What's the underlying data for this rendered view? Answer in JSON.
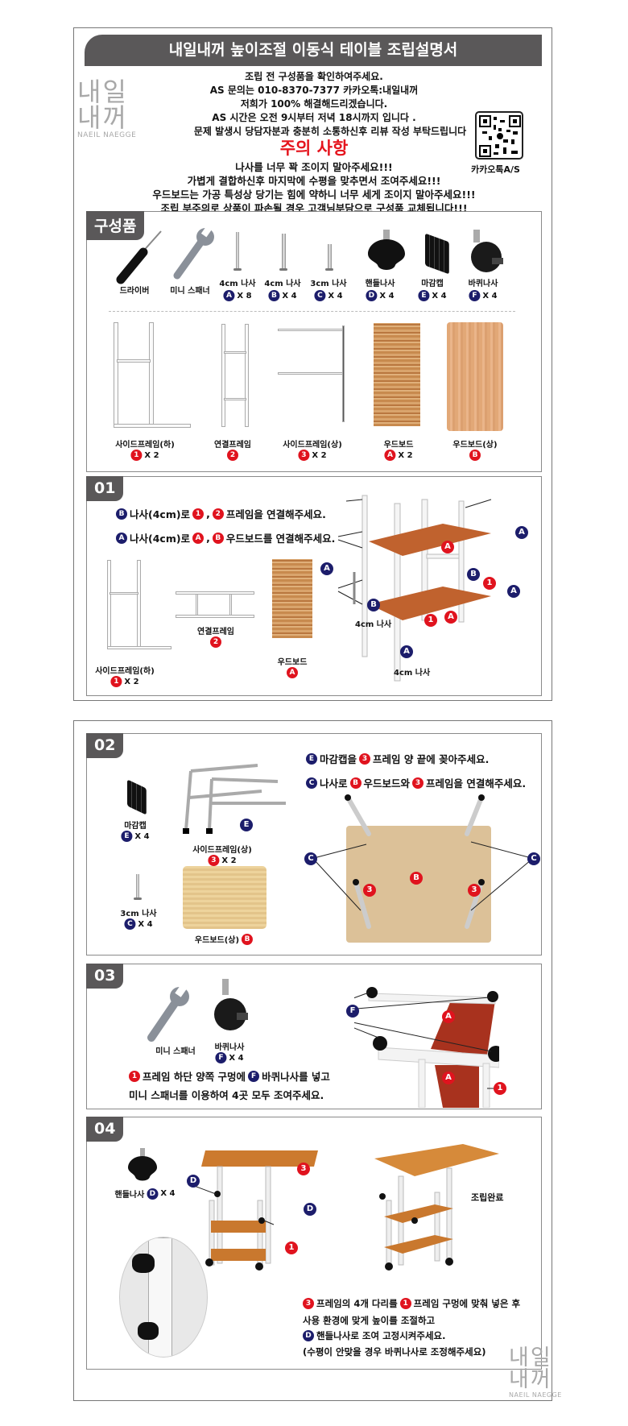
{
  "title": "내일내꺼 높이조절 이동식 테이블 조립설명서",
  "logo": {
    "line1": "내일",
    "line2": "내꺼",
    "en": "NAEIL NAEGGE"
  },
  "intro": [
    "조립 전 구성품을 확인하여주세요.",
    "AS 문의는 010-8370-7377 카카오톡:내일내꺼",
    "저희가 100% 해결해드리겠습니다.",
    "AS  시간은 오전 9시부터 저녁  18시까지 입니다 .",
    "문제 발생시  당담자분과 충분히 소통하신후 리뷰 작성 부탁드립니다"
  ],
  "caution_title": "주의 사항",
  "caution": [
    "나사를 너무 꽉 조이지 말아주세요!!!",
    "가볍게 결합하신후 마지막에 수평을 맞추면서 조여주세요!!!",
    "우드보드는 가공 특성상 당기는 힘에 약하니 너무 세게 조이지 말아주세요!!!",
    "조립 부주의로 상품이 파손될 경우 고객님부담으로 구성품 교체됩니다!!!"
  ],
  "qr_label": "카카오톡A/S",
  "colors": {
    "navy": "#1c1d6b",
    "red": "#e0131e",
    "tab": "#5a5859"
  },
  "components": {
    "tab": "구성품",
    "hardware": [
      {
        "label": "드라이버"
      },
      {
        "label": "미니 스패너"
      },
      {
        "label": "4cm 나사",
        "badge": "A",
        "qty": "X 8"
      },
      {
        "label": "4cm 나사",
        "badge": "B",
        "qty": "X 4"
      },
      {
        "label": "3cm 나사",
        "badge": "C",
        "qty": "X 4"
      },
      {
        "label": "핸들나사",
        "badge": "D",
        "qty": "X 4"
      },
      {
        "label": "마감캡",
        "badge": "E",
        "qty": "X 4"
      },
      {
        "label": "바퀴나사",
        "badge": "F",
        "qty": "X 4"
      }
    ],
    "frames": [
      {
        "label": "사이드프레임(하)",
        "badge": "1",
        "qty": "X 2"
      },
      {
        "label": "연결프레임",
        "badge": "2"
      },
      {
        "label": "사이드프레임(상)",
        "badge": "3",
        "qty": "X 2"
      },
      {
        "label": "우드보드",
        "badge": "A",
        "qty": "X 2"
      },
      {
        "label": "우드보드(상)",
        "badge": "B"
      }
    ]
  },
  "step01": {
    "tab": "01",
    "line1": {
      "b1": "B",
      "t1": "나사(4cm)로",
      "b2": "1",
      "t2": ",",
      "b3": "2",
      "t3": "프레임을 연결해주세요."
    },
    "line2": {
      "b1": "A",
      "t1": "나사(4cm)로",
      "b2": "A",
      "t2": ",",
      "b3": "B",
      "t3": "우드보드를 연결해주세요."
    },
    "parts": [
      {
        "label": "사이드프레임(하)",
        "badge": "1",
        "qty": "X 2"
      },
      {
        "label": "연결프레임",
        "badge": "2"
      },
      {
        "label": "우드보드",
        "badge": "A"
      }
    ],
    "screw_label": "4cm 나사",
    "callouts": {
      "a": "A",
      "b": "B",
      "one": "1",
      "redA": "A"
    }
  },
  "step02": {
    "tab": "02",
    "line1": {
      "b1": "E",
      "t1": "마감캡을",
      "b2": "3",
      "t2": "프레임 양 끝에 꽂아주세요."
    },
    "line2": {
      "b1": "C",
      "t1": "나사로",
      "b2": "B",
      "t2": "우드보드와",
      "b3": "3",
      "t3": "프레임을 연결해주세요."
    },
    "parts": [
      {
        "label": "마감캡",
        "badge": "E",
        "qty": "X 4"
      },
      {
        "label": "사이드프레임(상)",
        "badge": "3",
        "qty": "X 2"
      },
      {
        "label": "3cm 나사",
        "badge": "C",
        "qty": "X 4"
      },
      {
        "label": "우드보드(상)",
        "badge": "B"
      }
    ],
    "callouts": {
      "c": "C",
      "e": "E",
      "three": "3",
      "b": "B"
    }
  },
  "step03": {
    "tab": "03",
    "parts": [
      {
        "label": "미니 스패너"
      },
      {
        "label": "바퀴나사",
        "badge": "F",
        "qty": "X 4"
      }
    ],
    "line1": {
      "b1": "1",
      "t1": "프레임 하단 양쪽 구멍에",
      "b2": "F",
      "t2": "바퀴나사를 넣고"
    },
    "line2": "미니 스패너를 이용하여 4곳 모두 조여주세요.",
    "callouts": {
      "f": "F",
      "a": "A",
      "one": "1"
    }
  },
  "step04": {
    "tab": "04",
    "part": {
      "label": "핸들나사",
      "badge": "D",
      "qty": "X 4"
    },
    "done_label": "조립완료",
    "line1": {
      "b1": "3",
      "t1": "프레임의 4개 다리를",
      "b2": "1",
      "t2": "프레임 구멍에 맞춰 넣은 후"
    },
    "line2": "사용 환경에 맞게 높이를 조절하고",
    "line3": {
      "b1": "D",
      "t1": "핸들나사로 조여 고정시켜주세요."
    },
    "line4": "(수평이 안맞을 경우 바퀴나사로 조정해주세요)",
    "callouts": {
      "d": "D",
      "three": "3",
      "one": "1"
    }
  }
}
